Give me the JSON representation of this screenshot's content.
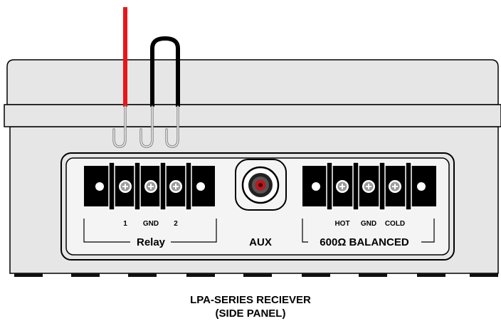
{
  "relay_block": {
    "terminals": [
      "1",
      "GND",
      "2"
    ],
    "label": "Relay"
  },
  "aux": {
    "label": "AUX"
  },
  "balanced_block": {
    "terminals": [
      "HOT",
      "GND",
      "COLD"
    ],
    "label": "600Ω BALANCED"
  },
  "caption": {
    "line1": "LPA-SERIES RECIEVER",
    "line2": "(SIDE PANEL)"
  },
  "colors": {
    "wire_red": "#e8161b",
    "wire_black": "#000000",
    "panel": "#e6e6e6",
    "aux_jack_center": "#c0161c"
  }
}
